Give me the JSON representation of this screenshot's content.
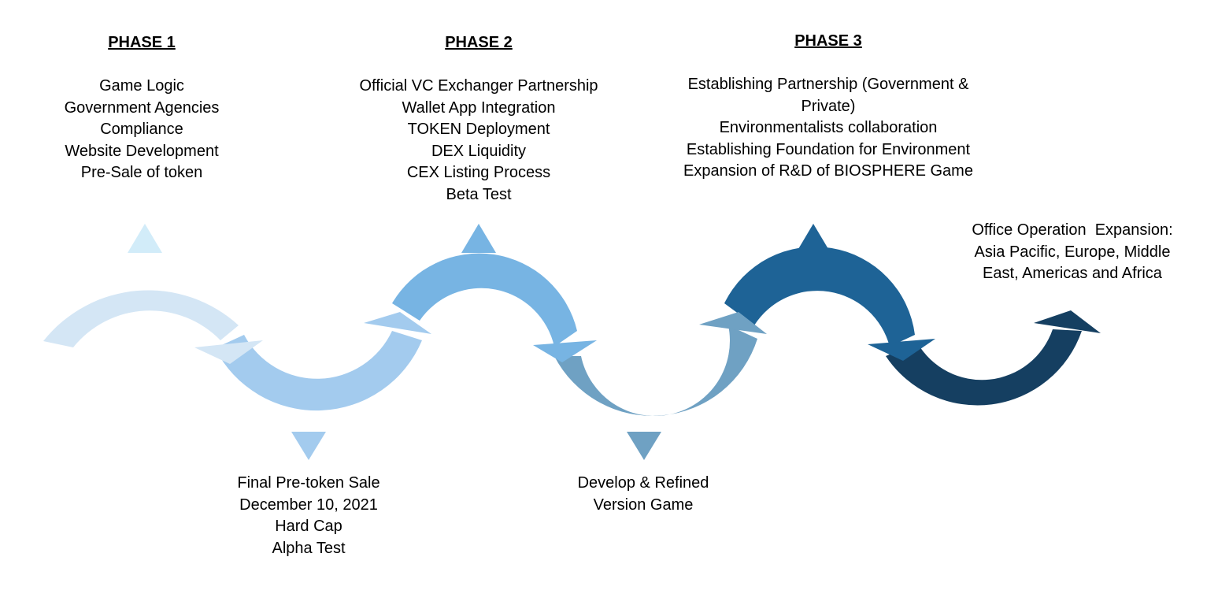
{
  "phases": [
    {
      "title": "PHASE 1",
      "items": [
        "Game Logic",
        "Government Agencies",
        "Compliance",
        "Website Development",
        "Pre-Sale of token"
      ]
    },
    {
      "title": "PHASE 2",
      "items": [
        "Official VC Exchanger Partnership",
        "Wallet App Integration",
        "TOKEN Deployment",
        "DEX Liquidity",
        "CEX Listing Process",
        "Beta Test"
      ]
    },
    {
      "title": "PHASE 3",
      "items": [
        "Establishing Partnership (Government & Private)",
        "Environmentalists collaboration",
        "Establishing Foundation for Environment",
        "Expansion of R&D of BIOSPHERE Game"
      ]
    }
  ],
  "milestones_bottom": [
    {
      "items": [
        "Final Pre-token Sale",
        "December 10, 2021",
        "Hard Cap",
        "Alpha Test"
      ]
    },
    {
      "items": [
        "Develop & Refined",
        "Version Game"
      ]
    }
  ],
  "future": {
    "items": [
      "Office Operation  Expansion:",
      "Asia Pacific, Europe, Middle East, Americas and Africa"
    ]
  },
  "colors": {
    "arc_1": "#d4e6f5",
    "arc_2": "#a3cbee",
    "arc_3": "#77b4e3",
    "arc_4": "#6fa1c3",
    "arc_5": "#1e6396",
    "arc_6": "#153f61",
    "marker_1": "#d2ecf9",
    "marker_2": "#a3cbee",
    "marker_3": "#77b4e3",
    "marker_4": "#6fa1c3",
    "marker_5": "#1e6396"
  }
}
